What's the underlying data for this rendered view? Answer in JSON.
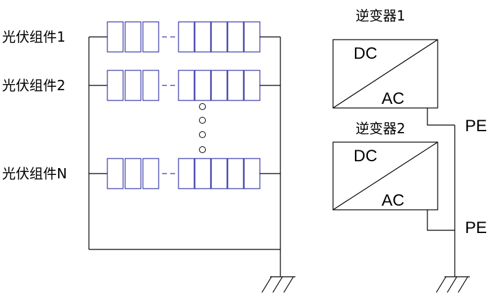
{
  "modules": {
    "rows": [
      {
        "label": "光伏组件1"
      },
      {
        "label": "光伏组件2"
      },
      {
        "label": "光伏组件N"
      }
    ]
  },
  "inverters": [
    {
      "label": "逆变器1",
      "dc": "DC",
      "ac": "AC",
      "pe": "PE"
    },
    {
      "label": "逆变器2",
      "dc": "DC",
      "ac": "AC",
      "pe": "PE"
    }
  ],
  "colors": {
    "module_outline": "#3a3aa8",
    "line": "#000000"
  }
}
